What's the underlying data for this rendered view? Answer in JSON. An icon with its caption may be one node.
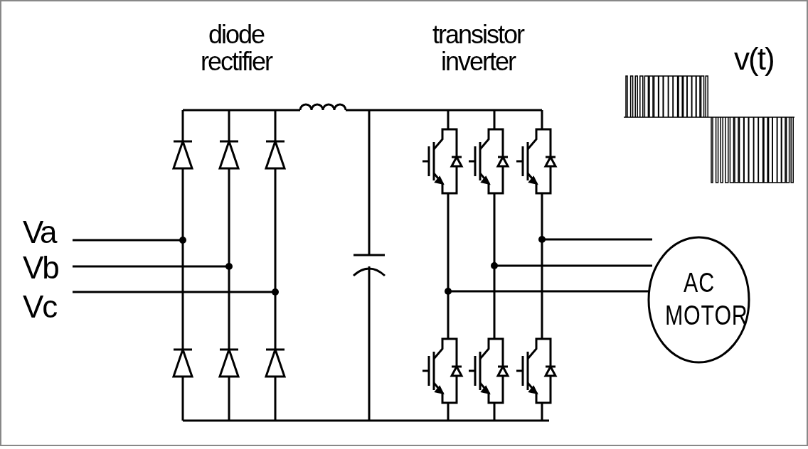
{
  "diagram": {
    "nodes": [
      {
        "text": [
          "AC MOTOR"
        ]
      }
    ],
    "labels": [
      "diode rectifier",
      "transistor inverter",
      "v(t)",
      "Va",
      "Vb",
      "Vc"
    ]
  }
}
